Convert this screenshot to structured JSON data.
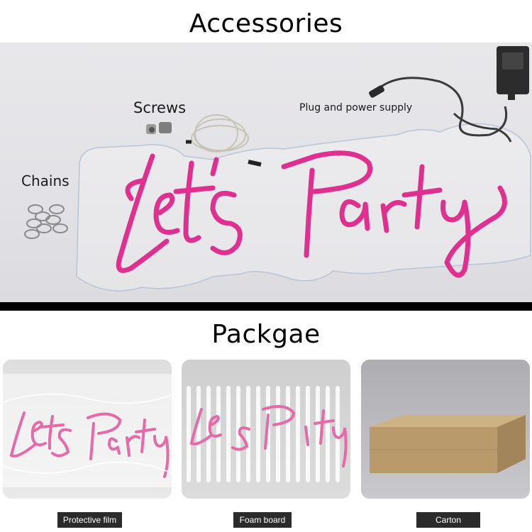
{
  "sections": {
    "accessories_title": "Accessories",
    "package_title": "Packgae"
  },
  "accessories": {
    "screws_label": "Screws",
    "plug_label": "Plug and power supply",
    "chains_label": "Chains"
  },
  "package": {
    "captions": [
      "Protective film",
      "Foam board",
      "Carton"
    ]
  },
  "colors": {
    "neon": "#e0308f",
    "divider": "#000000",
    "caption_bg": "#2b2b2b",
    "carton": "#b89a6a"
  }
}
